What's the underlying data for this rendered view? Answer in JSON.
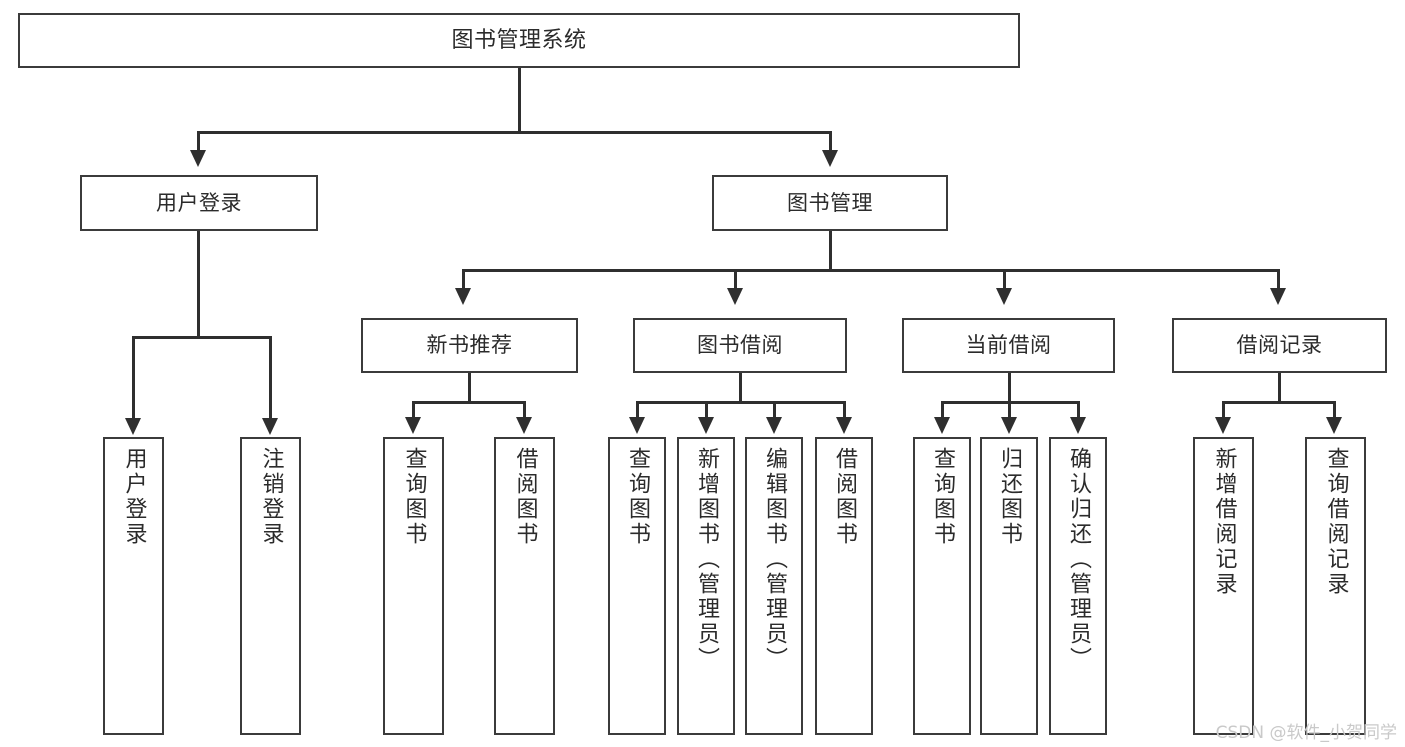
{
  "diagram": {
    "title": "图书管理系统",
    "watermark": "CSDN @软件_小贺同学",
    "colors": {
      "background": "#ffffff",
      "border": "#3b3b3b",
      "line": "#2f2f2f",
      "text": "#2b2b2b",
      "watermark": "#c9c9c9"
    },
    "root": {
      "label": "图书管理系统"
    },
    "level2": [
      {
        "label": "用户登录"
      },
      {
        "label": "图书管理"
      }
    ],
    "level3": [
      {
        "label": "新书推荐"
      },
      {
        "label": "图书借阅"
      },
      {
        "label": "当前借阅"
      },
      {
        "label": "借阅记录"
      }
    ],
    "leaves": {
      "user_login": [
        {
          "label": "用户登录"
        },
        {
          "label": "注销登录"
        }
      ],
      "new_book_recommend": [
        {
          "label": "查询图书"
        },
        {
          "label": "借阅图书"
        }
      ],
      "book_borrow": [
        {
          "label": "查询图书"
        },
        {
          "label": "新增图书（管理员）"
        },
        {
          "label": "编辑图书（管理员）"
        },
        {
          "label": "借阅图书"
        }
      ],
      "current_borrow": [
        {
          "label": "查询图书"
        },
        {
          "label": "归还图书"
        },
        {
          "label": "确认归还（管理员）"
        }
      ],
      "borrow_record": [
        {
          "label": "新增借阅记录"
        },
        {
          "label": "查询借阅记录"
        }
      ]
    }
  }
}
